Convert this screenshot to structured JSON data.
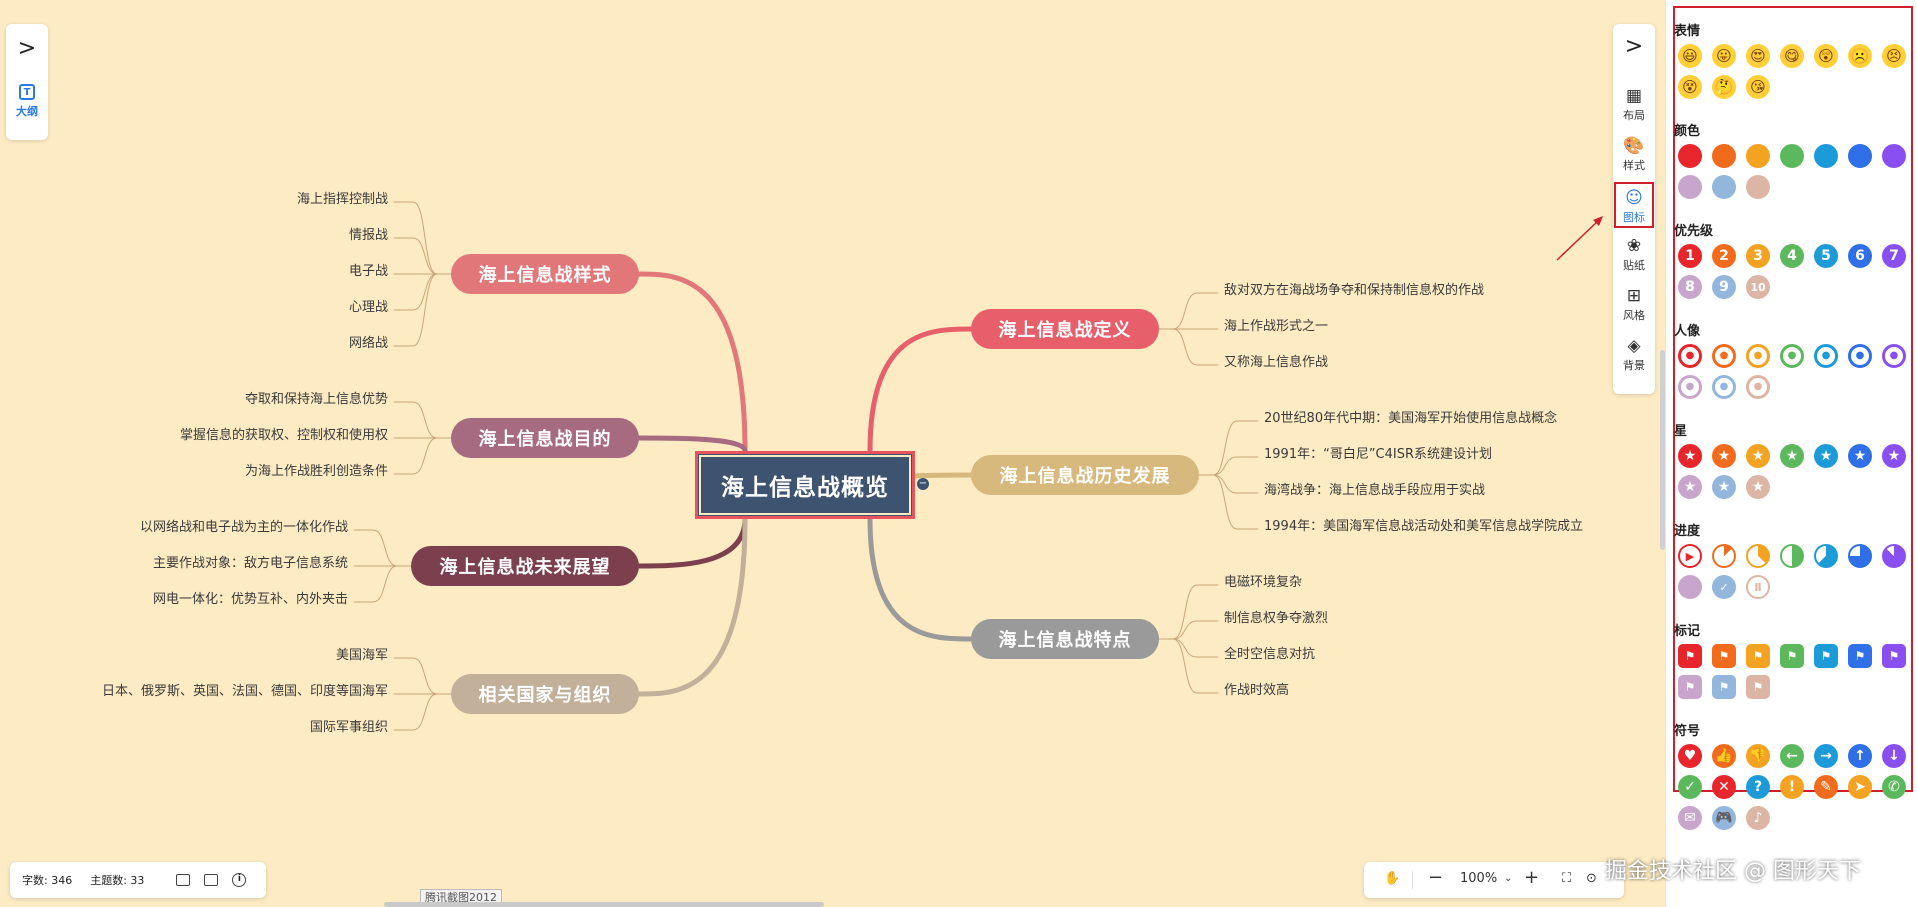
{
  "root": {
    "label": "海上信息战概览"
  },
  "left_branches": [
    {
      "label": "海上信息战样式",
      "color": "#e17779",
      "children": [
        "海上指挥控制战",
        "情报战",
        "电子战",
        "心理战",
        "网络战"
      ]
    },
    {
      "label": "海上信息战目的",
      "color": "#a66a81",
      "children": [
        "夺取和保持海上信息优势",
        "掌握信息的获取权、控制权和使用权",
        "为海上作战胜利创造条件"
      ]
    },
    {
      "label": "海上信息战未来展望",
      "color": "#7b3f4e",
      "children": [
        "以网络战和电子战为主的一体化作战",
        "主要作战对象：敌方电子信息系统",
        "网电一体化：优势互补、内外夹击"
      ]
    },
    {
      "label": "相关国家与组织",
      "color": "#c3b09a",
      "children": [
        "美国海军",
        "日本、俄罗斯、英国、法国、德国、印度等国海军",
        "国际军事组织"
      ]
    }
  ],
  "right_branches": [
    {
      "label": "海上信息战定义",
      "color": "#e85f6c",
      "children": [
        "敌对双方在海战场争夺和保持制信息权的作战",
        "海上作战形式之一",
        "又称海上信息作战"
      ]
    },
    {
      "label": "海上信息战历史发展",
      "color": "#d7b97d",
      "children": [
        "20世纪80年代中期：美国海军开始使用信息战概念",
        "1991年：“哥白尼”C4ISR系统建设计划",
        "海湾战争：海上信息战手段应用于实战",
        "1994年：美国海军信息战活动处和美军信息战学院成立"
      ]
    },
    {
      "label": "海上信息战特点",
      "color": "#9a9a9a",
      "children": [
        "电磁环境复杂",
        "制信息权争夺激烈",
        "全时空信息对抗",
        "作战时效高"
      ]
    }
  ],
  "outline_panel": {
    "expand_icon": "chevron-right-icon",
    "label": "大纲"
  },
  "right_toolbar": {
    "expand_icon": "chevron-right-icon",
    "items": [
      {
        "icon": "layout-icon",
        "label": "布局"
      },
      {
        "icon": "palette-icon",
        "label": "样式"
      },
      {
        "icon": "smile-icon",
        "label": "图标",
        "active": true
      },
      {
        "icon": "sticker-icon",
        "label": "贴纸"
      },
      {
        "icon": "grid-icon",
        "label": "风格"
      },
      {
        "icon": "layers-icon",
        "label": "背景"
      }
    ]
  },
  "icon_panel": {
    "sections": [
      {
        "title": "表情",
        "kind": "emoji",
        "items": [
          "😃",
          "😛",
          "😍",
          "😋",
          "😲",
          "☹️",
          "😣",
          "😵",
          "🤔",
          "😘"
        ]
      },
      {
        "title": "颜色",
        "kind": "color",
        "items": [
          "#e8252b",
          "#f26b1d",
          "#f3a222",
          "#5cb85c",
          "#1c9bd8",
          "#2f6fe8",
          "#8a4ff0",
          "#c8a6cc",
          "#93b7dc",
          "#ddb5a5"
        ]
      },
      {
        "title": "优先级",
        "kind": "priority",
        "items": [
          "1",
          "2",
          "3",
          "4",
          "5",
          "6",
          "7",
          "8",
          "9",
          "10"
        ]
      },
      {
        "title": "人像",
        "kind": "person",
        "items": [
          "#e8252b",
          "#f26b1d",
          "#f3a222",
          "#5cb85c",
          "#1c9bd8",
          "#2f6fe8",
          "#8a4ff0",
          "#c8a6cc",
          "#93b7dc",
          "#ddb5a5"
        ]
      },
      {
        "title": "星",
        "kind": "star",
        "items": [
          "#e8252b",
          "#f26b1d",
          "#f3a222",
          "#5cb85c",
          "#1c9bd8",
          "#2f6fe8",
          "#8a4ff0",
          "#c8a6cc",
          "#93b7dc",
          "#ddb5a5"
        ]
      },
      {
        "title": "进度",
        "kind": "progress",
        "items": [
          "play",
          "1/8",
          "3/8",
          "1/2",
          "5/8",
          "3/4",
          "7/8",
          "full",
          "check",
          "pause"
        ]
      },
      {
        "title": "标记",
        "kind": "flag",
        "items": [
          "#e8252b",
          "#f26b1d",
          "#f3a222",
          "#5cb85c",
          "#1c9bd8",
          "#2f6fe8",
          "#8a4ff0",
          "#c8a6cc",
          "#93b7dc",
          "#ddb5a5"
        ]
      },
      {
        "title": "符号",
        "kind": "symbol",
        "items": [
          {
            "g": "♥",
            "c": "#e8252b"
          },
          {
            "g": "👍",
            "c": "#f26b1d"
          },
          {
            "g": "👎",
            "c": "#f3a222"
          },
          {
            "g": "←",
            "c": "#5cb85c"
          },
          {
            "g": "→",
            "c": "#1c9bd8"
          },
          {
            "g": "↑",
            "c": "#2f6fe8"
          },
          {
            "g": "↓",
            "c": "#8a4ff0"
          },
          {
            "g": "✓",
            "c": "#5cb85c"
          },
          {
            "g": "✕",
            "c": "#e8252b"
          },
          {
            "g": "?",
            "c": "#1c9bd8"
          },
          {
            "g": "!",
            "c": "#f3a222"
          },
          {
            "g": "✎",
            "c": "#f26b1d"
          },
          {
            "g": "➤",
            "c": "#f3a222"
          },
          {
            "g": "✆",
            "c": "#5cb85c"
          },
          {
            "g": "✉",
            "c": "#c8a6cc"
          },
          {
            "g": "🎮",
            "c": "#93b7dc"
          },
          {
            "g": "♪",
            "c": "#ddb5a5"
          }
        ]
      }
    ]
  },
  "status": {
    "word_count": "字数: 346",
    "topic_count": "主题数: 33"
  },
  "zoom": {
    "level": "100%"
  },
  "watermark": "掘金技术社区 @ 图形天下",
  "capture_tag": "腾讯截图2012"
}
